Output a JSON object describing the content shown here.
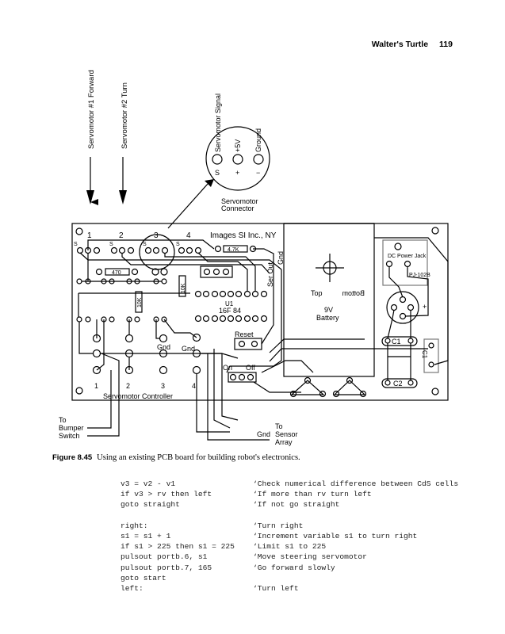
{
  "header": {
    "running_title": "Walter's Turtle",
    "page_number": "119"
  },
  "figure": {
    "labels": {
      "servo1": "Servomotor #1 Forward",
      "servo2": "Servomotor #2 Turn",
      "conn_signal": "Servomotor Signal",
      "conn_5v": "+5V",
      "conn_ground": "Ground",
      "conn_s": "S",
      "conn_plus": "+",
      "conn_minus": "−",
      "conn_title1": "Servomotor",
      "conn_title2": "Connector",
      "company": "Images SI Inc., NY",
      "r47k": "4.7K",
      "r470": "470",
      "r10k_a": "10K",
      "r10k_b": "10K",
      "ser_out": "Ser Out",
      "gnd_v": "Gnd",
      "chip": "16F 84",
      "chip_u": "U1",
      "reset": "Reset",
      "gnd1": "Gnd",
      "gnd2": "Gnd",
      "on": "On",
      "off": "Off",
      "top": "Top",
      "bottom": "Bottom",
      "battery1": "9V",
      "battery2": "Battery",
      "dc_jack": "DC Power Jack",
      "pj": "PJ-102B",
      "c1": "C1",
      "c1b": "C1",
      "c2": "C2",
      "plus": "+",
      "minus": "−",
      "controller": "Servomotor Controller",
      "bumper1": "To",
      "bumper2": "Bumper",
      "bumper3": "Switch",
      "sensor_gnd": "Gnd",
      "sensor1": "To",
      "sensor2": "Sensor",
      "sensor3": "Array",
      "s": "S",
      "ports": [
        "1",
        "2",
        "3",
        "4"
      ],
      "ctrl_nums": [
        "1",
        "2",
        "3",
        "4"
      ]
    }
  },
  "caption": {
    "label": "Figure 8.45",
    "text": "Using an existing PCB board for building robot's electronics."
  },
  "code": [
    {
      "code": "v3 = v2 - v1",
      "comment": "‘Check numerical difference between CdS cells"
    },
    {
      "code": "if v3 > rv then left",
      "comment": "‘If more than rv turn left"
    },
    {
      "code": "goto straight",
      "comment": "‘If not go straight"
    },
    {
      "code": "",
      "comment": ""
    },
    {
      "code": "right:",
      "comment": "‘Turn right"
    },
    {
      "code": "s1 = s1 + 1",
      "comment": "‘Increment variable s1 to turn right"
    },
    {
      "code": "if s1 > 225 then s1 = 225",
      "comment": "‘Limit s1 to 225"
    },
    {
      "code": "pulsout portb.6, s1",
      "comment": "‘Move steering servomotor"
    },
    {
      "code": "pulsout portb.7, 165",
      "comment": "‘Go forward slowly"
    },
    {
      "code": "goto start",
      "comment": ""
    },
    {
      "code": "left:",
      "comment": "‘Turn left"
    }
  ]
}
